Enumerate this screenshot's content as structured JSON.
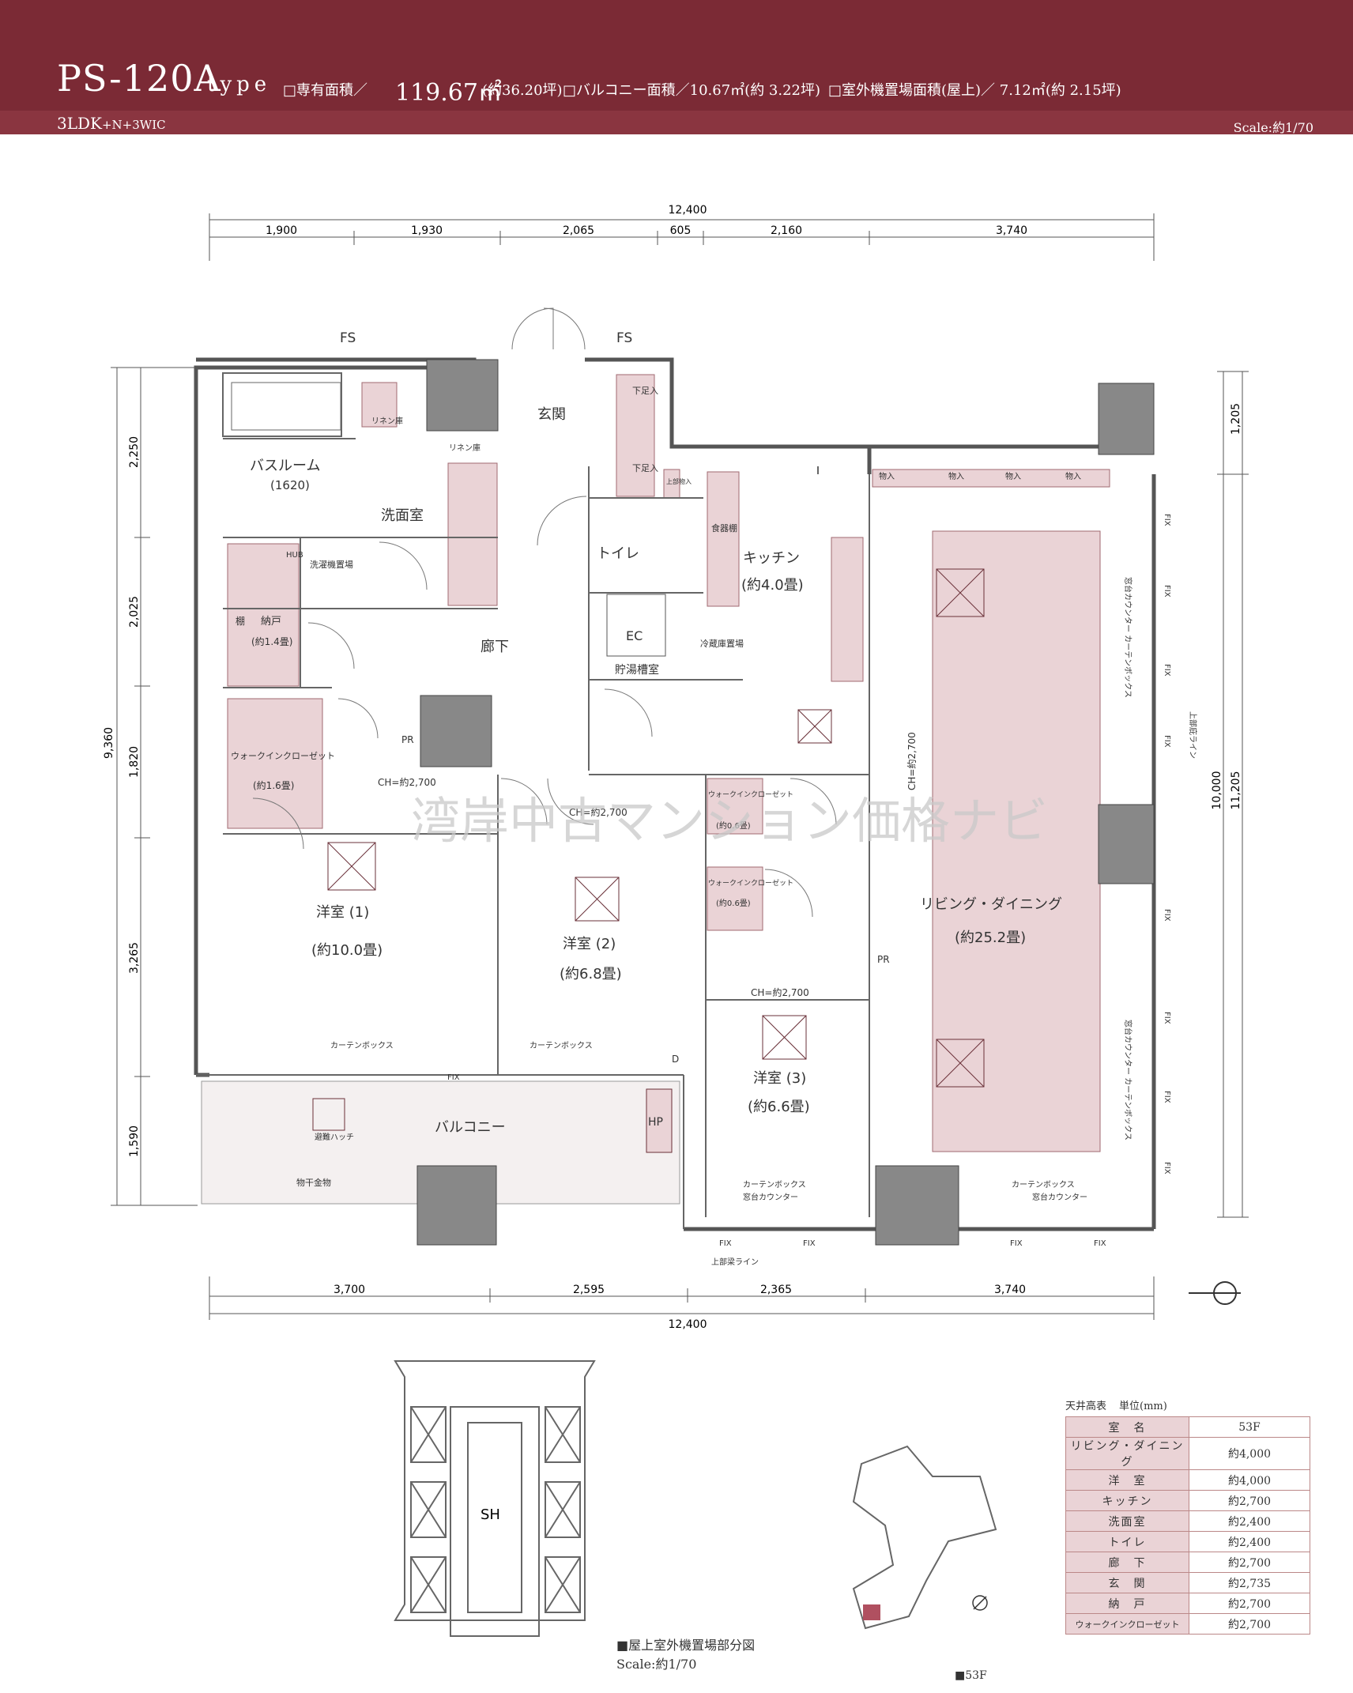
{
  "header": {
    "type_name": "PS-120A",
    "type_word": "type",
    "area_label": "□専有面積／",
    "area_value": "119.67㎡",
    "area_tsubo": "(約36.20坪)",
    "balcony": "□バルコニー面積／10.67㎡(約 3.22坪)",
    "outdoor_unit": "□室外機置場面積(屋上)／ 7.12㎡(約 2.15坪)",
    "layout": "3LDK",
    "layout_sub": "+N+3WIC",
    "scale": "Scale:約1/70"
  },
  "dimensions": {
    "top_total": "12,400",
    "top_segments": [
      "1,900",
      "1,930",
      "2,065",
      "605",
      "2,160",
      "3,740"
    ],
    "bottom_total": "12,400",
    "bottom_segments": [
      "3,700",
      "2,595",
      "2,365",
      "3,740"
    ],
    "left_total": "9,360",
    "left_segments": [
      "2,250",
      "2,025",
      "1,820",
      "3,265",
      "1,590"
    ],
    "right_outer": "11,205",
    "right_inner": "10,000",
    "right_top": "1,205"
  },
  "rooms": {
    "fs_left": "FS",
    "fs_right": "FS",
    "entrance": "玄関",
    "bathroom": "バスルーム",
    "bathroom_size": "(1620)",
    "washroom": "洗面室",
    "linen1": "リネン庫",
    "linen2": "リネン庫",
    "washer": "洗濯機置場",
    "hub": "HUB",
    "shelf": "棚",
    "storage": "納戸",
    "storage_size": "(約1.4畳)",
    "toilet": "トイレ",
    "kitchen": "キッチン",
    "kitchen_size": "(約4.0畳)",
    "cupboard": "食器棚",
    "upper_storage": "上部物入",
    "shoe1": "下足入",
    "shoe2": "下足入",
    "hallway": "廊下",
    "ec": "EC",
    "water_tank": "貯湯槽室",
    "fridge": "冷蔵庫置場",
    "wic1": "ウォークインクローゼット",
    "wic1_size": "(約1.6畳)",
    "wic2": "ウォークインクローゼット",
    "wic2_size": "(約0.6畳)",
    "wic3": "ウォークインクローゼット",
    "wic3_size": "(約0.6畳)",
    "bed1": "洋室 (1)",
    "bed1_size": "(約10.0畳)",
    "bed2": "洋室 (2)",
    "bed2_size": "(約6.8畳)",
    "bed3": "洋室 (3)",
    "bed3_size": "(約6.6畳)",
    "living": "リビング・ダイニング",
    "living_size": "(約25.2畳)",
    "balcony": "バルコニー",
    "hatch": "避難ハッチ",
    "drying": "物干金物",
    "hp": "HP",
    "closet": "物入",
    "curtain_box": "カーテンボックス",
    "counter": "窓台カウンター",
    "counter_box": "窓台カウンター カーテンボックス",
    "fix": "FIX",
    "ch1": "CH=約2,700",
    "ch2": "CH=約2,700",
    "ch3": "CH=約2,700",
    "ch4": "CH=約2,700",
    "beam_line": "上部梁ライン",
    "beam_line_right": "上部庇ライン",
    "pr": "PR",
    "d": "D"
  },
  "watermark": "湾岸中古マンション価格ナビ",
  "outdoor_plan": {
    "sh": "SH",
    "caption": "■屋上室外機置場部分図",
    "scale": "Scale:約1/70"
  },
  "keyplan": {
    "floor": "■53F"
  },
  "ceiling_table": {
    "title": "天井高表",
    "unit": "単位(mm)",
    "header_name": "室　名",
    "header_value": "53F",
    "rows": [
      {
        "name": "リビング・ダイニング",
        "value": "約4,000"
      },
      {
        "name": "洋　室",
        "value": "約4,000"
      },
      {
        "name": "キッチン",
        "value": "約2,700"
      },
      {
        "name": "洗面室",
        "value": "約2,400"
      },
      {
        "name": "トイレ",
        "value": "約2,400"
      },
      {
        "name": "廊　下",
        "value": "約2,700"
      },
      {
        "name": "玄　関",
        "value": "約2,735"
      },
      {
        "name": "納　戸",
        "value": "約2,700"
      },
      {
        "name": "ウォークインクローゼット",
        "value": "約2,700"
      }
    ]
  },
  "colors": {
    "header": "#7b2a35",
    "room_fill": "#ead3d6",
    "wall": "#555555"
  }
}
